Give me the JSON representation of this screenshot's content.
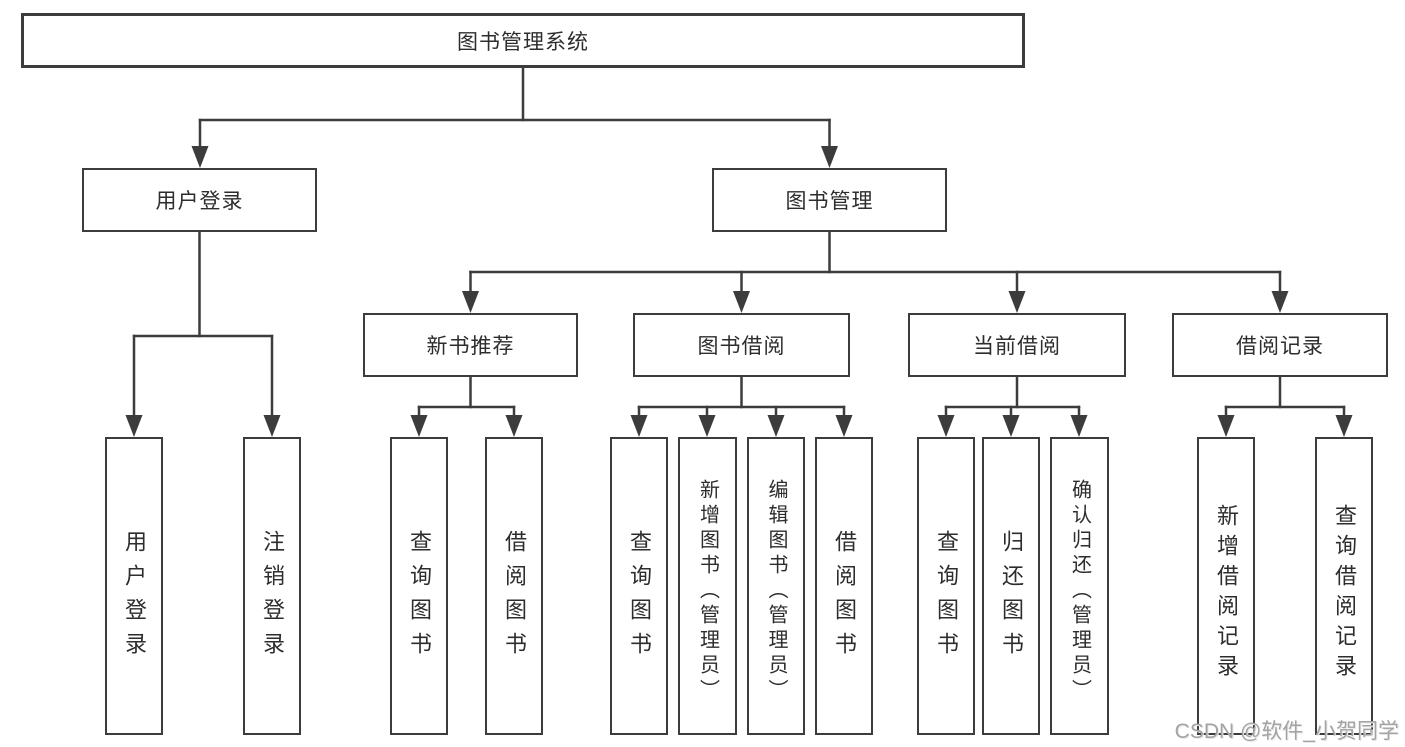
{
  "tree": {
    "root": {
      "label": "图书管理系统"
    },
    "children": [
      {
        "label": "用户登录",
        "children": [
          {
            "label": "用户登录"
          },
          {
            "label": "注销登录"
          }
        ]
      },
      {
        "label": "图书管理",
        "children": [
          {
            "label": "新书推荐",
            "children": [
              {
                "label": "查询图书"
              },
              {
                "label": "借阅图书"
              }
            ]
          },
          {
            "label": "图书借阅",
            "children": [
              {
                "label": "查询图书"
              },
              {
                "label": "新增图书（管理员）"
              },
              {
                "label": "编辑图书（管理员）"
              },
              {
                "label": "借阅图书"
              }
            ]
          },
          {
            "label": "当前借阅",
            "children": [
              {
                "label": "查询图书"
              },
              {
                "label": "归还图书"
              },
              {
                "label": "确认归还（管理员）"
              }
            ]
          },
          {
            "label": "借阅记录",
            "children": [
              {
                "label": "新增借阅记录"
              },
              {
                "label": "查询借阅记录"
              }
            ]
          }
        ]
      }
    ]
  },
  "watermark": {
    "text": "CSDN @软件_小贺同学"
  },
  "colors": {
    "line": "#3c3c3c",
    "box_border": "#3c3c3c",
    "text": "#2d2d2d",
    "watermark": "#a3a3a3",
    "background": "#ffffff"
  }
}
